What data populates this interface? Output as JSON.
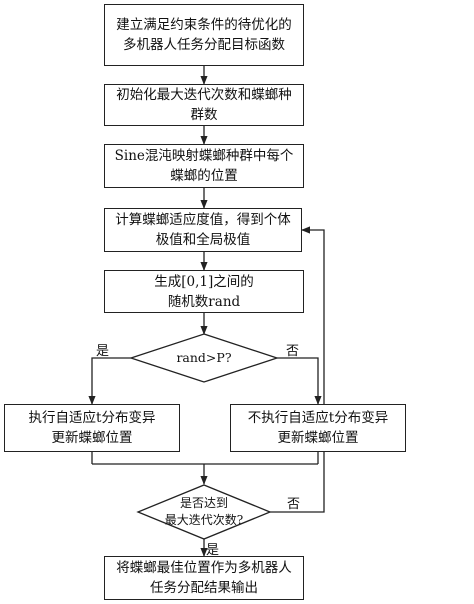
{
  "steps": {
    "s1": [
      "建立满足约束条件的待优化的",
      "多机器人任务分配目标函数"
    ],
    "s2": [
      "初始化最大迭代次数和蝶螂种",
      "群数"
    ],
    "s3": [
      "Sine混沌映射蝶螂种群中每个",
      "蝶螂的位置"
    ],
    "s4": [
      "计算蝶螂适应度值，得到个体",
      "极值和全局极值"
    ],
    "s5": [
      "生成[0,1]之间的",
      "随机数rand"
    ],
    "left": [
      "执行自适应t分布变异",
      "更新蝶螂位置"
    ],
    "right": [
      "不执行自适应t分布变异",
      "更新蝶螂位置"
    ],
    "end": [
      "将蝶螂最佳位置作为多机器人",
      "任务分配结果输出"
    ]
  },
  "decisions": {
    "d1": [
      "rand>P?"
    ],
    "d2": [
      "是否达到",
      "最大迭代次数?"
    ]
  },
  "labels": {
    "d1_yes": "是",
    "d1_no": "否",
    "d2_no": "否",
    "d2_yes": "是"
  }
}
